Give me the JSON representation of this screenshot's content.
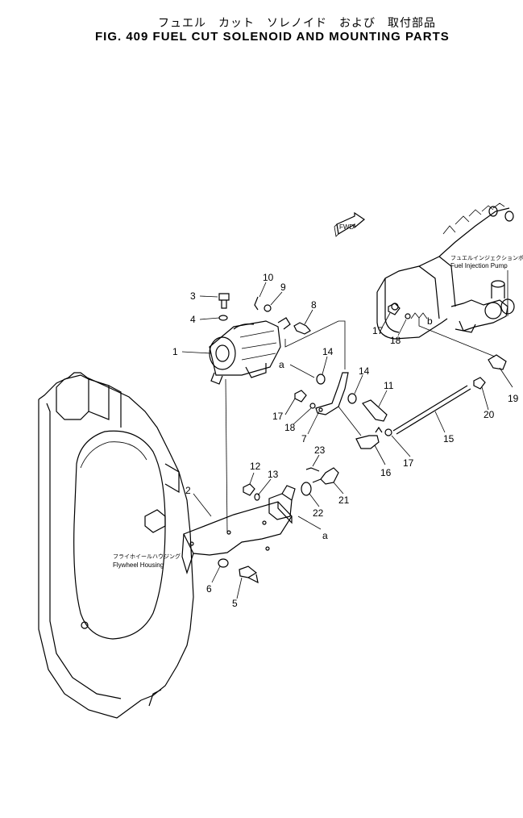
{
  "header": {
    "title_jp": "フュエル　カット　ソレノイド　および　取付部品",
    "title_en": "FIG. 409  FUEL CUT SOLENOID AND MOUNTING PARTS"
  },
  "labels": {
    "fwd": "FWD",
    "pump_jp": "フュエルインジェクションポンプ",
    "pump_en": "Fuel Injection Pump",
    "housing_jp": "フライホイールハウジング",
    "housing_en": "Flywheel Housing",
    "ref_a1": "a",
    "ref_a2": "a",
    "ref_b": "b"
  },
  "callouts": [
    {
      "id": "c1",
      "text": "1"
    },
    {
      "id": "c2",
      "text": "2"
    },
    {
      "id": "c3",
      "text": "3"
    },
    {
      "id": "c4",
      "text": "4"
    },
    {
      "id": "c5",
      "text": "5"
    },
    {
      "id": "c6",
      "text": "6"
    },
    {
      "id": "c7",
      "text": "7"
    },
    {
      "id": "c8",
      "text": "8"
    },
    {
      "id": "c9",
      "text": "9"
    },
    {
      "id": "c10",
      "text": "10"
    },
    {
      "id": "c11",
      "text": "11"
    },
    {
      "id": "c12",
      "text": "12"
    },
    {
      "id": "c13",
      "text": "13"
    },
    {
      "id": "c14a",
      "text": "14"
    },
    {
      "id": "c14b",
      "text": "14"
    },
    {
      "id": "c15",
      "text": "15"
    },
    {
      "id": "c16",
      "text": "16"
    },
    {
      "id": "c17a",
      "text": "17"
    },
    {
      "id": "c17b",
      "text": "17"
    },
    {
      "id": "c17c",
      "text": "17"
    },
    {
      "id": "c18a",
      "text": "18"
    },
    {
      "id": "c18b",
      "text": "18"
    },
    {
      "id": "c19",
      "text": "19"
    },
    {
      "id": "c20",
      "text": "20"
    },
    {
      "id": "c21",
      "text": "21"
    },
    {
      "id": "c22",
      "text": "22"
    },
    {
      "id": "c23",
      "text": "23"
    }
  ]
}
